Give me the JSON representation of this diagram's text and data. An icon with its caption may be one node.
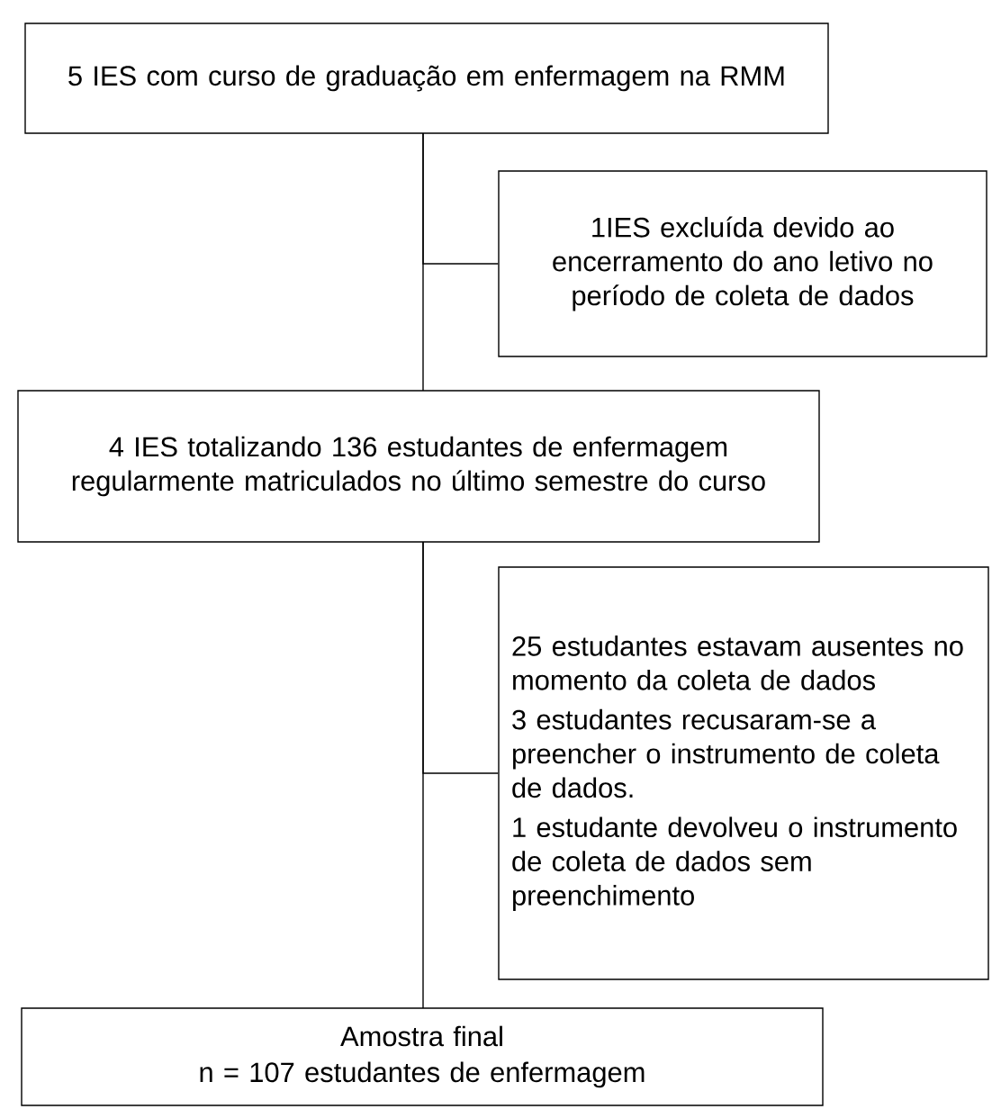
{
  "diagram": {
    "nodes": [
      {
        "text": [
          "5 IES com curso de graduação em enfermagem na RMM"
        ]
      },
      {
        "text": [
          "1IES excluída devido ao encerramento do ano letivo no período de coleta de dados"
        ]
      },
      {
        "text": [
          "4 IES totalizando 136 estudantes de enfermagem regularmente matriculados no último semestre do curso"
        ]
      },
      {
        "text": [
          "25 estudantes estavam ausentes no momento da coleta de dados",
          "3 estudantes recusaram-se a preencher o instrumento de coleta de dados.",
          "1 estudante devolveu o instrumento de coleta de dados sem preenchimento"
        ]
      },
      {
        "text": [
          "Amostra final",
          "n = 107 estudantes de enfermagem"
        ]
      }
    ],
    "edges": [
      {
        "from": 0,
        "to": 2,
        "arrow": "none"
      },
      {
        "from": 0,
        "to": 1,
        "arrow": "none"
      },
      {
        "from": 2,
        "to": 4,
        "arrow": "none"
      },
      {
        "from": 2,
        "to": 3,
        "arrow": "none"
      }
    ]
  }
}
